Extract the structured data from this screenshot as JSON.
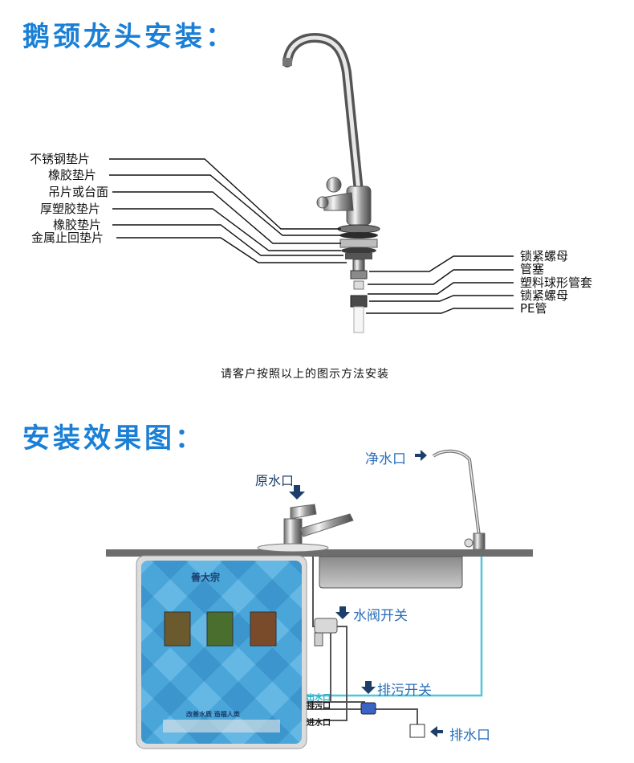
{
  "section1": {
    "title": "鹅颈龙头安装：",
    "left_labels": [
      "不锈钢垫片",
      "橡胶垫片",
      "吊片或台面",
      "厚塑胶垫片",
      "橡胶垫片",
      "金属止回垫片"
    ],
    "right_labels": [
      "锁紧螺母",
      "管塞",
      "塑料球形管套",
      "锁紧螺母",
      "PE管"
    ],
    "note": "请客户按照以上的图示方法安装"
  },
  "section2": {
    "title": "安装效果图：",
    "pure_outlet": "净水口",
    "raw_inlet": "原水口",
    "water_valve": "水阀开关",
    "drain_switch": "排污开关",
    "drain_outlet": "排水口",
    "ports": {
      "out": "出水口",
      "drain": "排污口",
      "in": "进水口"
    },
    "brand": "善大宗",
    "slogan": "改善水质 造福人类"
  },
  "colors": {
    "title": "#1a7fd6",
    "pipe_clean": "#4fc7d8",
    "pipe_dark": "#555555",
    "panel": "#4aa5d8"
  }
}
